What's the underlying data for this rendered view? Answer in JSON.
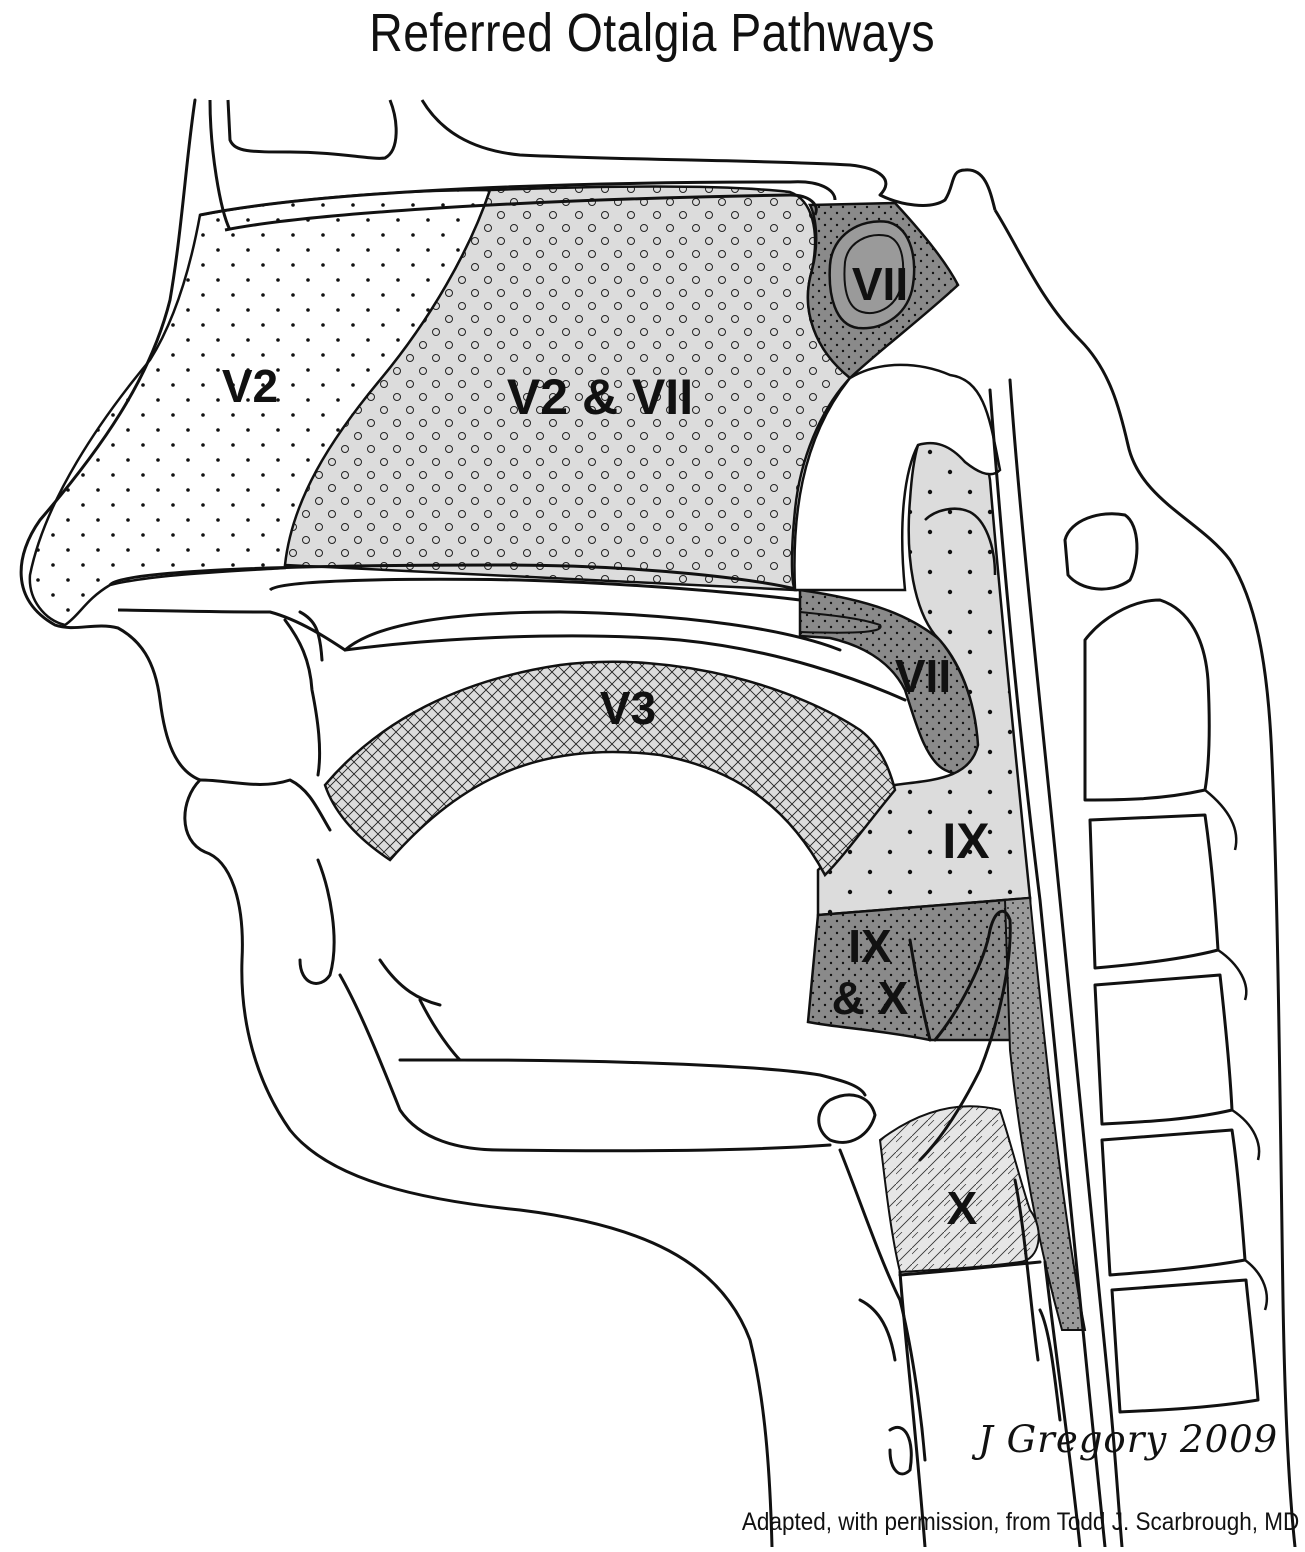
{
  "title": "Referred Otalgia Pathways",
  "signature": "J Gregory 2009",
  "credit": "Adapted, with permission, from Todd J. Scarbrough, MD",
  "regions": [
    {
      "id": "v2",
      "label": "V2"
    },
    {
      "id": "v2-vii",
      "label": "V2 & VII"
    },
    {
      "id": "vii-nasopharynx",
      "label": "VII"
    },
    {
      "id": "v3",
      "label": "V3"
    },
    {
      "id": "vii-palate",
      "label": "VII"
    },
    {
      "id": "ix",
      "label": "IX"
    },
    {
      "id": "ix-x-line1",
      "label": "IX"
    },
    {
      "id": "ix-x-line2",
      "label": "& X"
    },
    {
      "id": "x",
      "label": "X"
    }
  ],
  "colors": {
    "outline": "#111111",
    "light_fill": "#dcdcdc",
    "mid_fill": "#b9b9b9",
    "dark_fill": "#8a8a8a",
    "background": "#ffffff"
  }
}
